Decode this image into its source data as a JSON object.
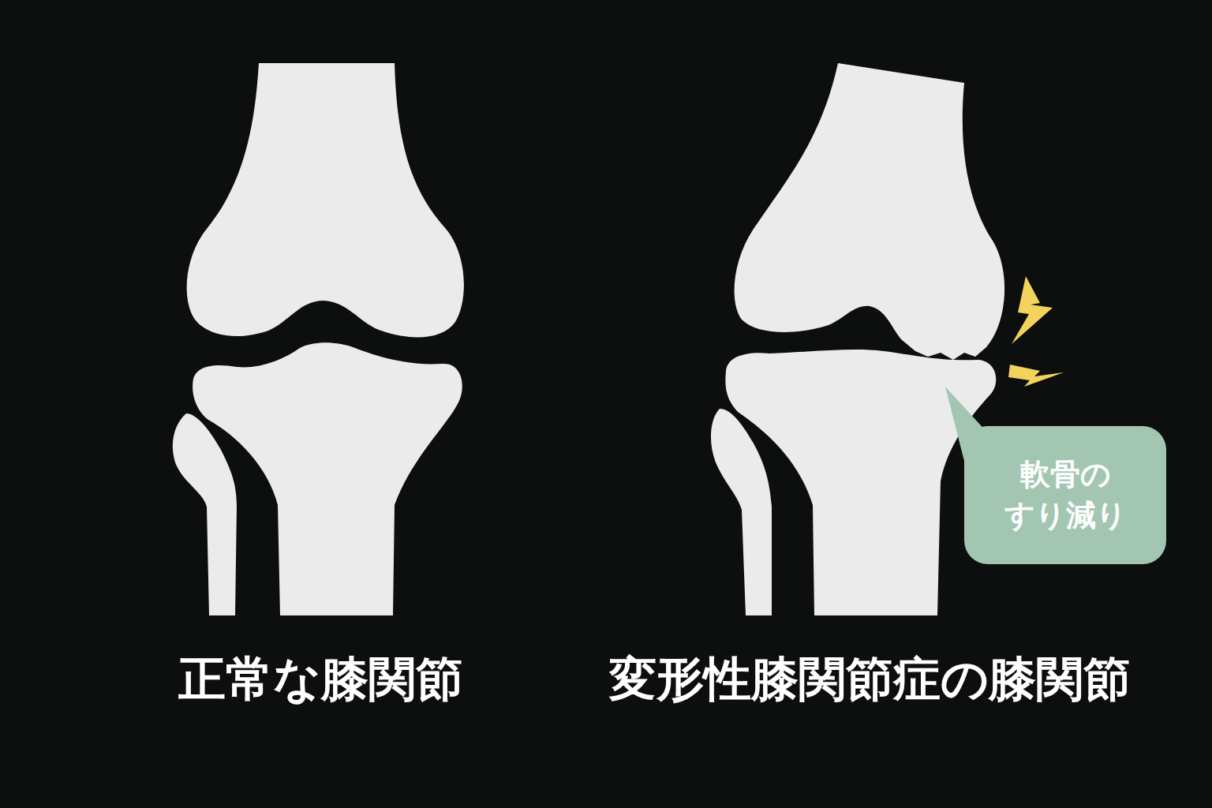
{
  "diagram": {
    "nodes": [
      {
        "text": [
          "軟骨の すり減り"
        ]
      }
    ],
    "labels": [
      "正常な膝関節",
      "変形性膝関節症の膝関節"
    ]
  }
}
